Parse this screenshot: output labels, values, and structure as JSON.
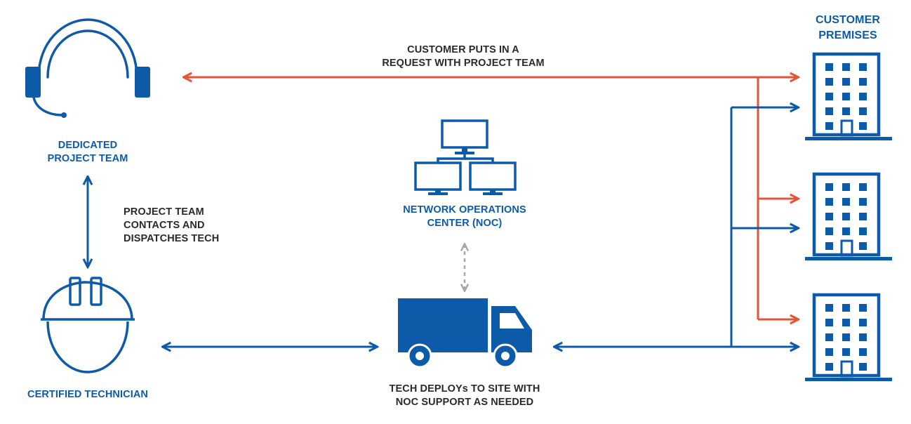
{
  "colors": {
    "primary_blue": "#0d5ba8",
    "request_orange": "#e2553a",
    "noc_link_gray": "#a8a8a8",
    "text_dark": "#2a2a2a"
  },
  "nodes": {
    "project_team": {
      "icon": "headset-icon",
      "label_lines": [
        "DEDICATED",
        "PROJECT TEAM"
      ]
    },
    "technician": {
      "icon": "hard-hat-icon",
      "label_lines": [
        "CERTIFIED TECHNICIAN"
      ]
    },
    "noc": {
      "icon": "networked-computers-icon",
      "label_lines": [
        "NETWORK OPERATIONS",
        "CENTER (NOC)"
      ]
    },
    "truck": {
      "icon": "delivery-truck-icon"
    },
    "customer_premises": {
      "icon": "office-building-icon",
      "building_count": 3,
      "label_lines": [
        "CUSTOMER",
        "PREMISES"
      ]
    }
  },
  "flows": {
    "request": {
      "label_lines": [
        "CUSTOMER PUTS IN A",
        "REQUEST WITH PROJECT TEAM"
      ]
    },
    "dispatch": {
      "label_lines": [
        "PROJECT TEAM",
        "CONTACTS AND",
        "DISPATCHES TECH"
      ]
    },
    "deploy": {
      "label_lines": [
        "TECH DEPLOYs TO SITE WITH",
        "NOC SUPPORT AS NEEDED"
      ]
    }
  }
}
